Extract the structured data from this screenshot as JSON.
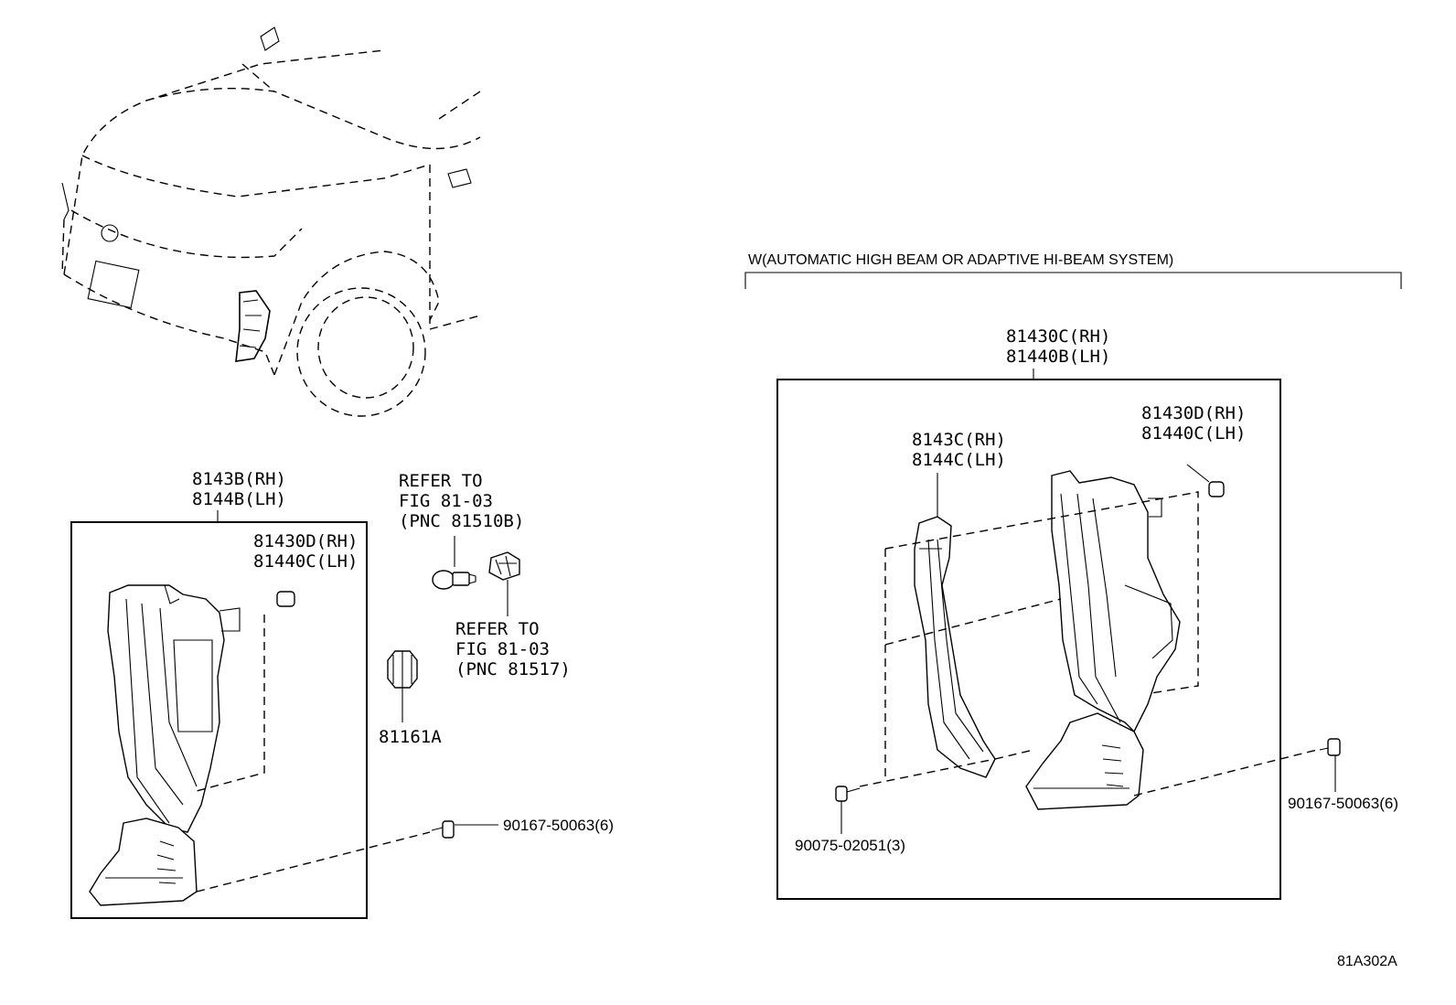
{
  "condition": {
    "text": "W(AUTOMATIC HIGH BEAM OR ADAPTIVE HI-BEAM SYSTEM)"
  },
  "left_group": {
    "assembly_rh": "8143B(RH)",
    "assembly_lh": "8144B(LH)",
    "cap_rh": "81430D(RH)",
    "cap_lh": "81440C(LH)",
    "screw": "90167-50063(6)"
  },
  "bulbs": {
    "refer_a": [
      "REFER TO",
      "FIG 81-03",
      "(PNC 81510B)"
    ],
    "refer_b": [
      "REFER TO",
      "FIG 81-03",
      "(PNC 81517)"
    ],
    "socket": "81161A"
  },
  "right_group": {
    "assembly_rh": "81430C(RH)",
    "assembly_lh": "81440B(LH)",
    "bezel_rh": "8143C(RH)",
    "bezel_lh": "8144C(LH)",
    "cap_rh": "81430D(RH)",
    "cap_lh": "81440C(LH)",
    "screw_a": "90075-02051(3)",
    "screw_b": "90167-50063(6)"
  },
  "figure_code": "81A302A"
}
